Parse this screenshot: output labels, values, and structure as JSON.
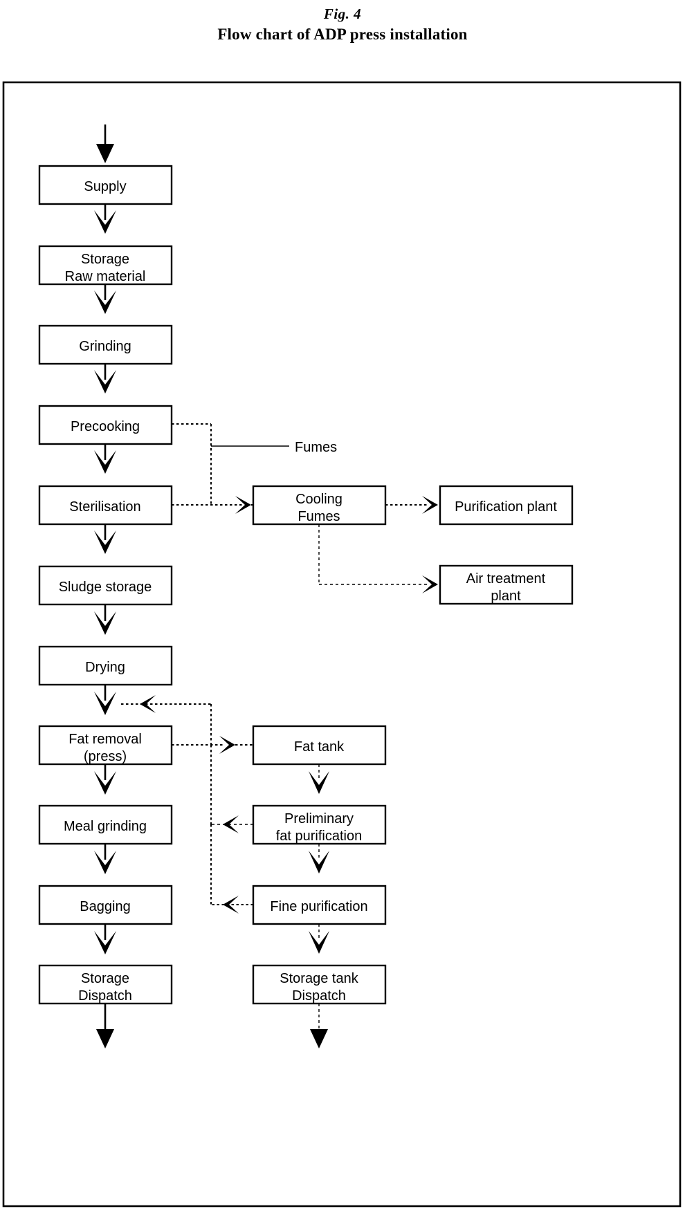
{
  "figure": {
    "number": "Fig. 4",
    "caption": "Flow chart of ADP press installation"
  },
  "chart_data": {
    "type": "diagram",
    "title": "Flow chart of ADP press installation",
    "nodes": [
      {
        "id": "supply",
        "label": "Supply",
        "column": "left",
        "lines": [
          "Supply"
        ]
      },
      {
        "id": "storage_raw",
        "label": "Storage Raw material",
        "column": "left",
        "lines": [
          "Storage",
          "Raw material"
        ]
      },
      {
        "id": "grinding",
        "label": "Grinding",
        "column": "left",
        "lines": [
          "Grinding"
        ]
      },
      {
        "id": "precooking",
        "label": "Precooking",
        "column": "left",
        "lines": [
          "Precooking"
        ]
      },
      {
        "id": "sterilisation",
        "label": "Sterilisation",
        "column": "left",
        "lines": [
          "Sterilisation"
        ]
      },
      {
        "id": "sludge_storage",
        "label": "Sludge storage",
        "column": "left",
        "lines": [
          "Sludge storage"
        ]
      },
      {
        "id": "drying",
        "label": "Drying",
        "column": "left",
        "lines": [
          "Drying"
        ]
      },
      {
        "id": "fat_removal",
        "label": "Fat removal (press)",
        "column": "left",
        "lines": [
          "Fat removal",
          "(press)"
        ]
      },
      {
        "id": "meal_grinding",
        "label": "Meal grinding",
        "column": "left",
        "lines": [
          "Meal grinding"
        ]
      },
      {
        "id": "bagging",
        "label": "Bagging",
        "column": "left",
        "lines": [
          "Bagging"
        ]
      },
      {
        "id": "storage_dispatch",
        "label": "Storage Dispatch",
        "column": "left",
        "lines": [
          "Storage",
          "Dispatch"
        ]
      },
      {
        "id": "cooling_fumes",
        "label": "Cooling Fumes",
        "column": "middle",
        "lines": [
          "Cooling",
          "Fumes"
        ]
      },
      {
        "id": "fat_tank",
        "label": "Fat tank",
        "column": "middle",
        "lines": [
          "Fat tank"
        ]
      },
      {
        "id": "prelim_fat_purification",
        "label": "Preliminary fat purification",
        "column": "middle",
        "lines": [
          "Preliminary",
          "fat purification"
        ]
      },
      {
        "id": "fine_purification",
        "label": "Fine purification",
        "column": "middle",
        "lines": [
          "Fine purification"
        ]
      },
      {
        "id": "storage_tank_dispatch",
        "label": "Storage tank Dispatch",
        "column": "middle",
        "lines": [
          "Storage tank",
          "Dispatch"
        ]
      },
      {
        "id": "purification_plant",
        "label": "Purification plant",
        "column": "right",
        "lines": [
          "Purification plant"
        ]
      },
      {
        "id": "air_treatment_plant",
        "label": "Air treatment plant",
        "column": "right",
        "lines": [
          "Air treatment",
          "plant"
        ]
      }
    ],
    "annotations": [
      {
        "id": "fumes_label",
        "text": "Fumes"
      }
    ],
    "edges": [
      {
        "from": "input",
        "to": "supply",
        "style": "solid"
      },
      {
        "from": "supply",
        "to": "storage_raw",
        "style": "solid"
      },
      {
        "from": "storage_raw",
        "to": "grinding",
        "style": "solid"
      },
      {
        "from": "grinding",
        "to": "precooking",
        "style": "solid"
      },
      {
        "from": "precooking",
        "to": "sterilisation",
        "style": "solid"
      },
      {
        "from": "sterilisation",
        "to": "sludge_storage",
        "style": "solid"
      },
      {
        "from": "sludge_storage",
        "to": "drying",
        "style": "solid"
      },
      {
        "from": "drying",
        "to": "fat_removal",
        "style": "solid"
      },
      {
        "from": "fat_removal",
        "to": "meal_grinding",
        "style": "solid"
      },
      {
        "from": "meal_grinding",
        "to": "bagging",
        "style": "solid"
      },
      {
        "from": "bagging",
        "to": "storage_dispatch",
        "style": "solid"
      },
      {
        "from": "storage_dispatch",
        "to": "output",
        "style": "solid"
      },
      {
        "from": "precooking",
        "to": "cooling_fumes",
        "style": "dotted"
      },
      {
        "from": "sterilisation",
        "to": "cooling_fumes",
        "style": "dotted"
      },
      {
        "from": "cooling_fumes",
        "to": "purification_plant",
        "style": "dotted"
      },
      {
        "from": "cooling_fumes",
        "to": "air_treatment_plant",
        "style": "dotted"
      },
      {
        "from": "fat_removal",
        "to": "fat_tank",
        "style": "dotted"
      },
      {
        "from": "fat_tank",
        "to": "prelim_fat_purification",
        "style": "dotted"
      },
      {
        "from": "prelim_fat_purification",
        "to": "drying_return",
        "style": "dotted"
      },
      {
        "from": "prelim_fat_purification",
        "to": "fine_purification",
        "style": "dotted"
      },
      {
        "from": "fine_purification",
        "to": "drying_return",
        "style": "dotted"
      },
      {
        "from": "fine_purification",
        "to": "storage_tank_dispatch",
        "style": "dotted"
      },
      {
        "from": "storage_tank_dispatch",
        "to": "output2",
        "style": "dotted"
      }
    ]
  },
  "labels": {
    "supply": "Supply",
    "storage_raw_1": "Storage",
    "storage_raw_2": "Raw material",
    "grinding": "Grinding",
    "precooking": "Precooking",
    "sterilisation": "Sterilisation",
    "sludge_storage": "Sludge storage",
    "drying": "Drying",
    "fat_removal_1": "Fat removal",
    "fat_removal_2": "(press)",
    "meal_grinding": "Meal grinding",
    "bagging": "Bagging",
    "storage_dispatch_1": "Storage",
    "storage_dispatch_2": "Dispatch",
    "cooling_1": "Cooling",
    "cooling_2": "Fumes",
    "fat_tank": "Fat tank",
    "prelim_1": "Preliminary",
    "prelim_2": "fat purification",
    "fine_purification": "Fine purification",
    "storage_tank_1": "Storage tank",
    "storage_tank_2": "Dispatch",
    "purification_plant": "Purification plant",
    "air_treatment_1": "Air treatment",
    "air_treatment_2": "plant",
    "fumes": "Fumes"
  },
  "colors": {
    "background": "#ffffff",
    "stroke": "#000000",
    "text": "#000000"
  }
}
